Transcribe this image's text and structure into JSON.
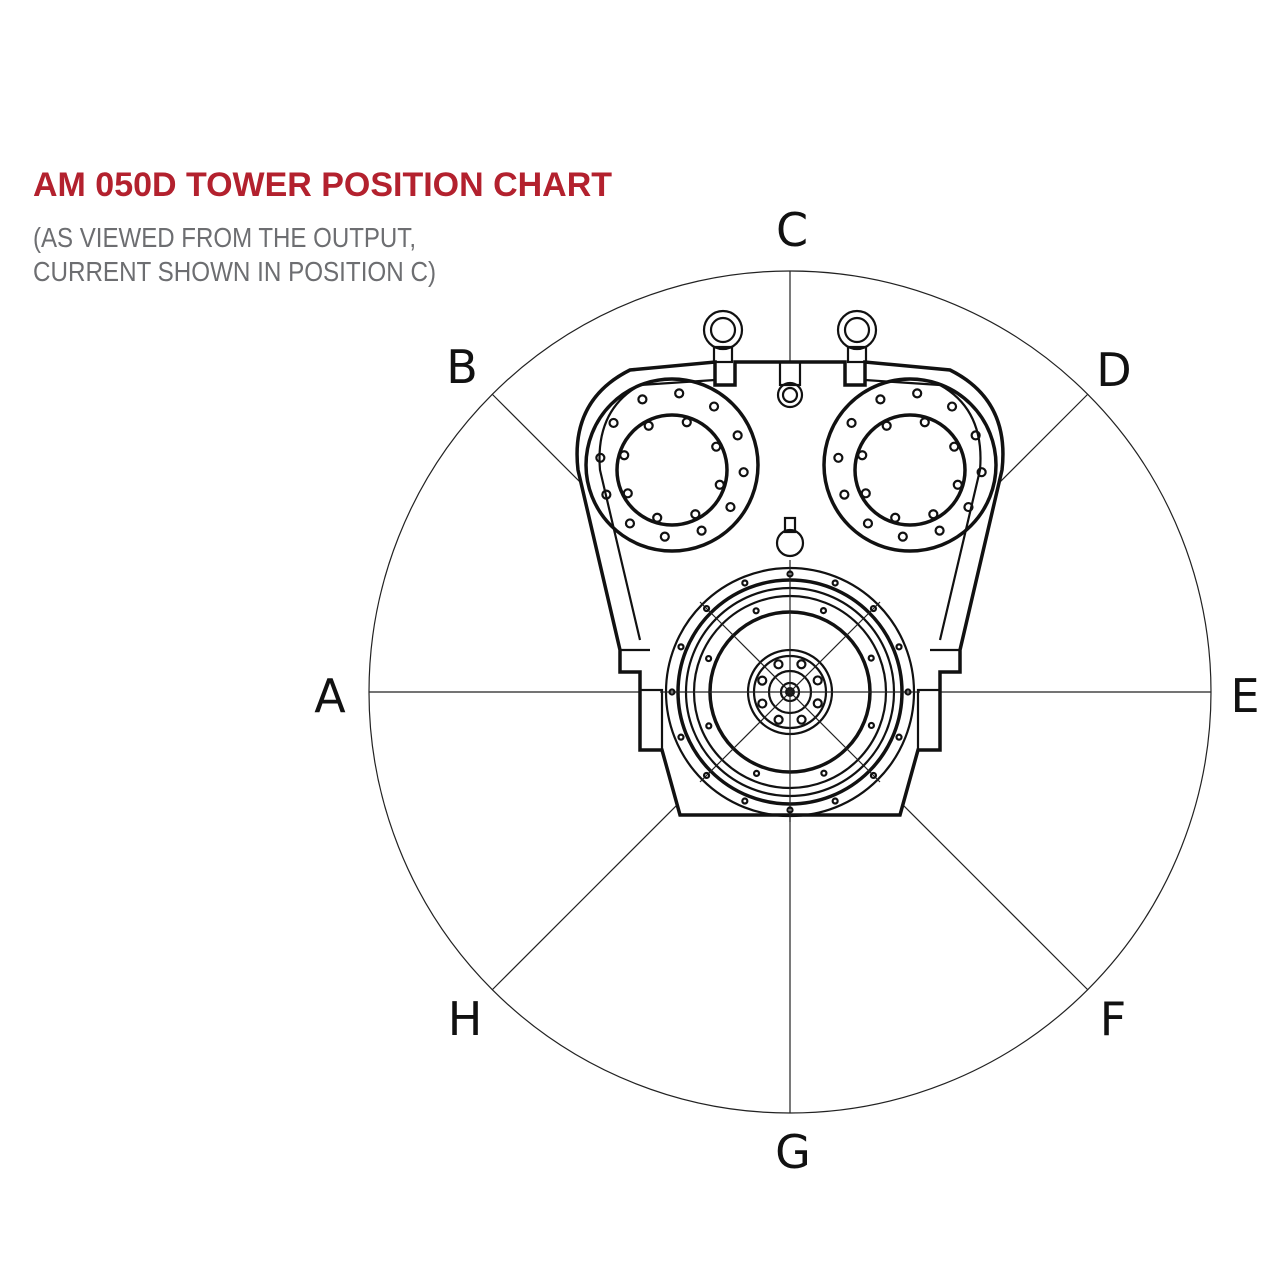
{
  "header": {
    "title": "AM 050D TOWER POSITION CHART",
    "subtitle_line1": "(AS VIEWED FROM THE OUTPUT,",
    "subtitle_line2": "CURRENT SHOWN IN POSITION C)"
  },
  "colors": {
    "title": "#b3212e",
    "subtitle": "#6d6e71",
    "lines": "#111111"
  },
  "positions": {
    "A": "A",
    "B": "B",
    "C": "C",
    "D": "D",
    "E": "E",
    "F": "F",
    "G": "G",
    "H": "H"
  },
  "current_position": "C"
}
